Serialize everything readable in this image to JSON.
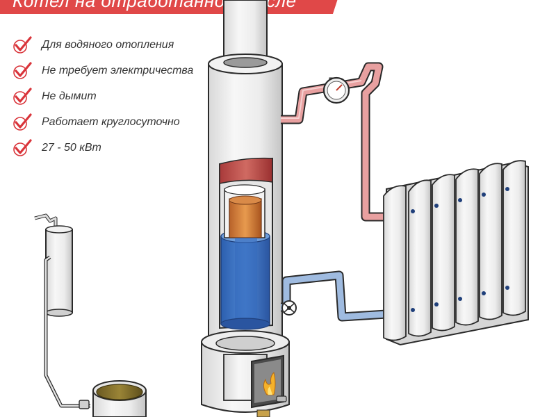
{
  "title": "Котел на отработанном масле",
  "features": [
    {
      "label": "Для водяного отопления",
      "icon": "checkmark-icon"
    },
    {
      "label": "Не требует электричества",
      "icon": "checkmark-icon"
    },
    {
      "label": "Не дымит",
      "icon": "checkmark-icon"
    },
    {
      "label": "Работает круглосуточно",
      "icon": "checkmark-icon"
    },
    {
      "label": "27 - 50 кВт",
      "icon": "checkmark-icon"
    }
  ],
  "colors": {
    "banner": "#e04848",
    "check": "#d9343a",
    "hot_pipe": "#e8a0a0",
    "cold_pipe": "#9fbbe0",
    "water": "#3f78c8",
    "flame": "#e08a2c",
    "metal": "#eeeeee",
    "outline": "#2a2a2a"
  },
  "icons": {
    "gauge": "pressure-gauge-icon",
    "valve": "valve-icon",
    "flame": "flame-icon",
    "check": "checkmark-icon"
  }
}
